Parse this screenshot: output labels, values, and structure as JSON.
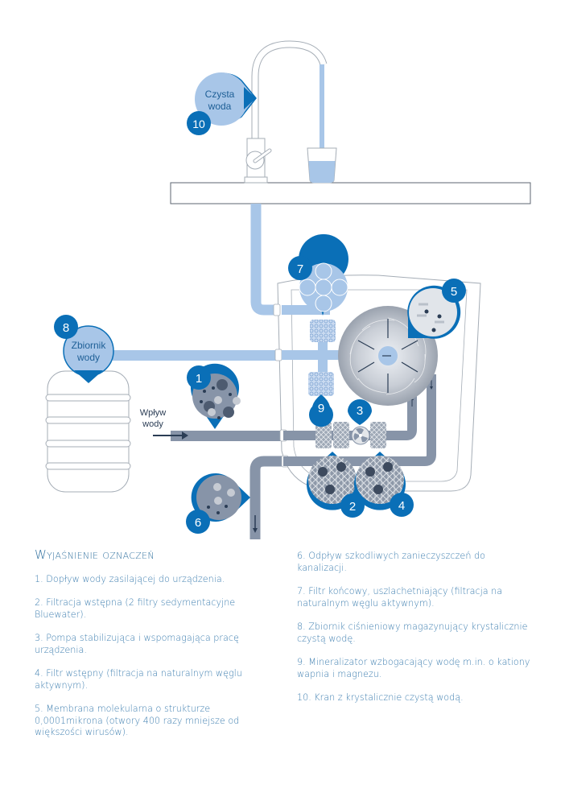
{
  "diagram": {
    "labels": {
      "clean_water": [
        "Czysta",
        "woda"
      ],
      "water_tank": [
        "Zbiornik",
        "wody"
      ],
      "water_inflow": [
        "Wpływ",
        "wody"
      ]
    },
    "markers": [
      "1",
      "2",
      "3",
      "4",
      "5",
      "6",
      "7",
      "8",
      "9",
      "10"
    ],
    "colors": {
      "marker_blue": "#0a6fb7",
      "clean_water": "#a8c6e8",
      "dirty_pipe": "#8794a8",
      "outline": "#9aa3ad",
      "arrow_dark": "#2b3d55"
    }
  },
  "legend": {
    "title": "Wyjaśnienie oznaczeń",
    "items": [
      "1. Dopływ wody zasilającej do urządzenia.",
      "2. Filtracja wstępna (2 filtry sedymentacyjne Bluewater).",
      "3. Pompa stabilizująca i wspomagająca pracę urządzenia.",
      "4. Filtr wstępny (filtracja na naturalnym węglu aktywnym).",
      "5. Membrana molekularna o strukturze 0,0001mikrona (otwory 400 razy mniejsze od większości wirusów).",
      "6. Odpływ szkodliwych zanieczyszczeń do kanalizacji.",
      "7. Filtr końcowy, uszlachetniający (filtracja na naturalnym węglu aktywnym).",
      "8. Zbiornik ciśnieniowy magazynujący krystalicznie czystą wodę.",
      "9. Mineralizator wzbogacający wodę m.in. o kationy wapnia i magnezu.",
      "10. Kran z krystalicznie czystą wodą."
    ]
  }
}
